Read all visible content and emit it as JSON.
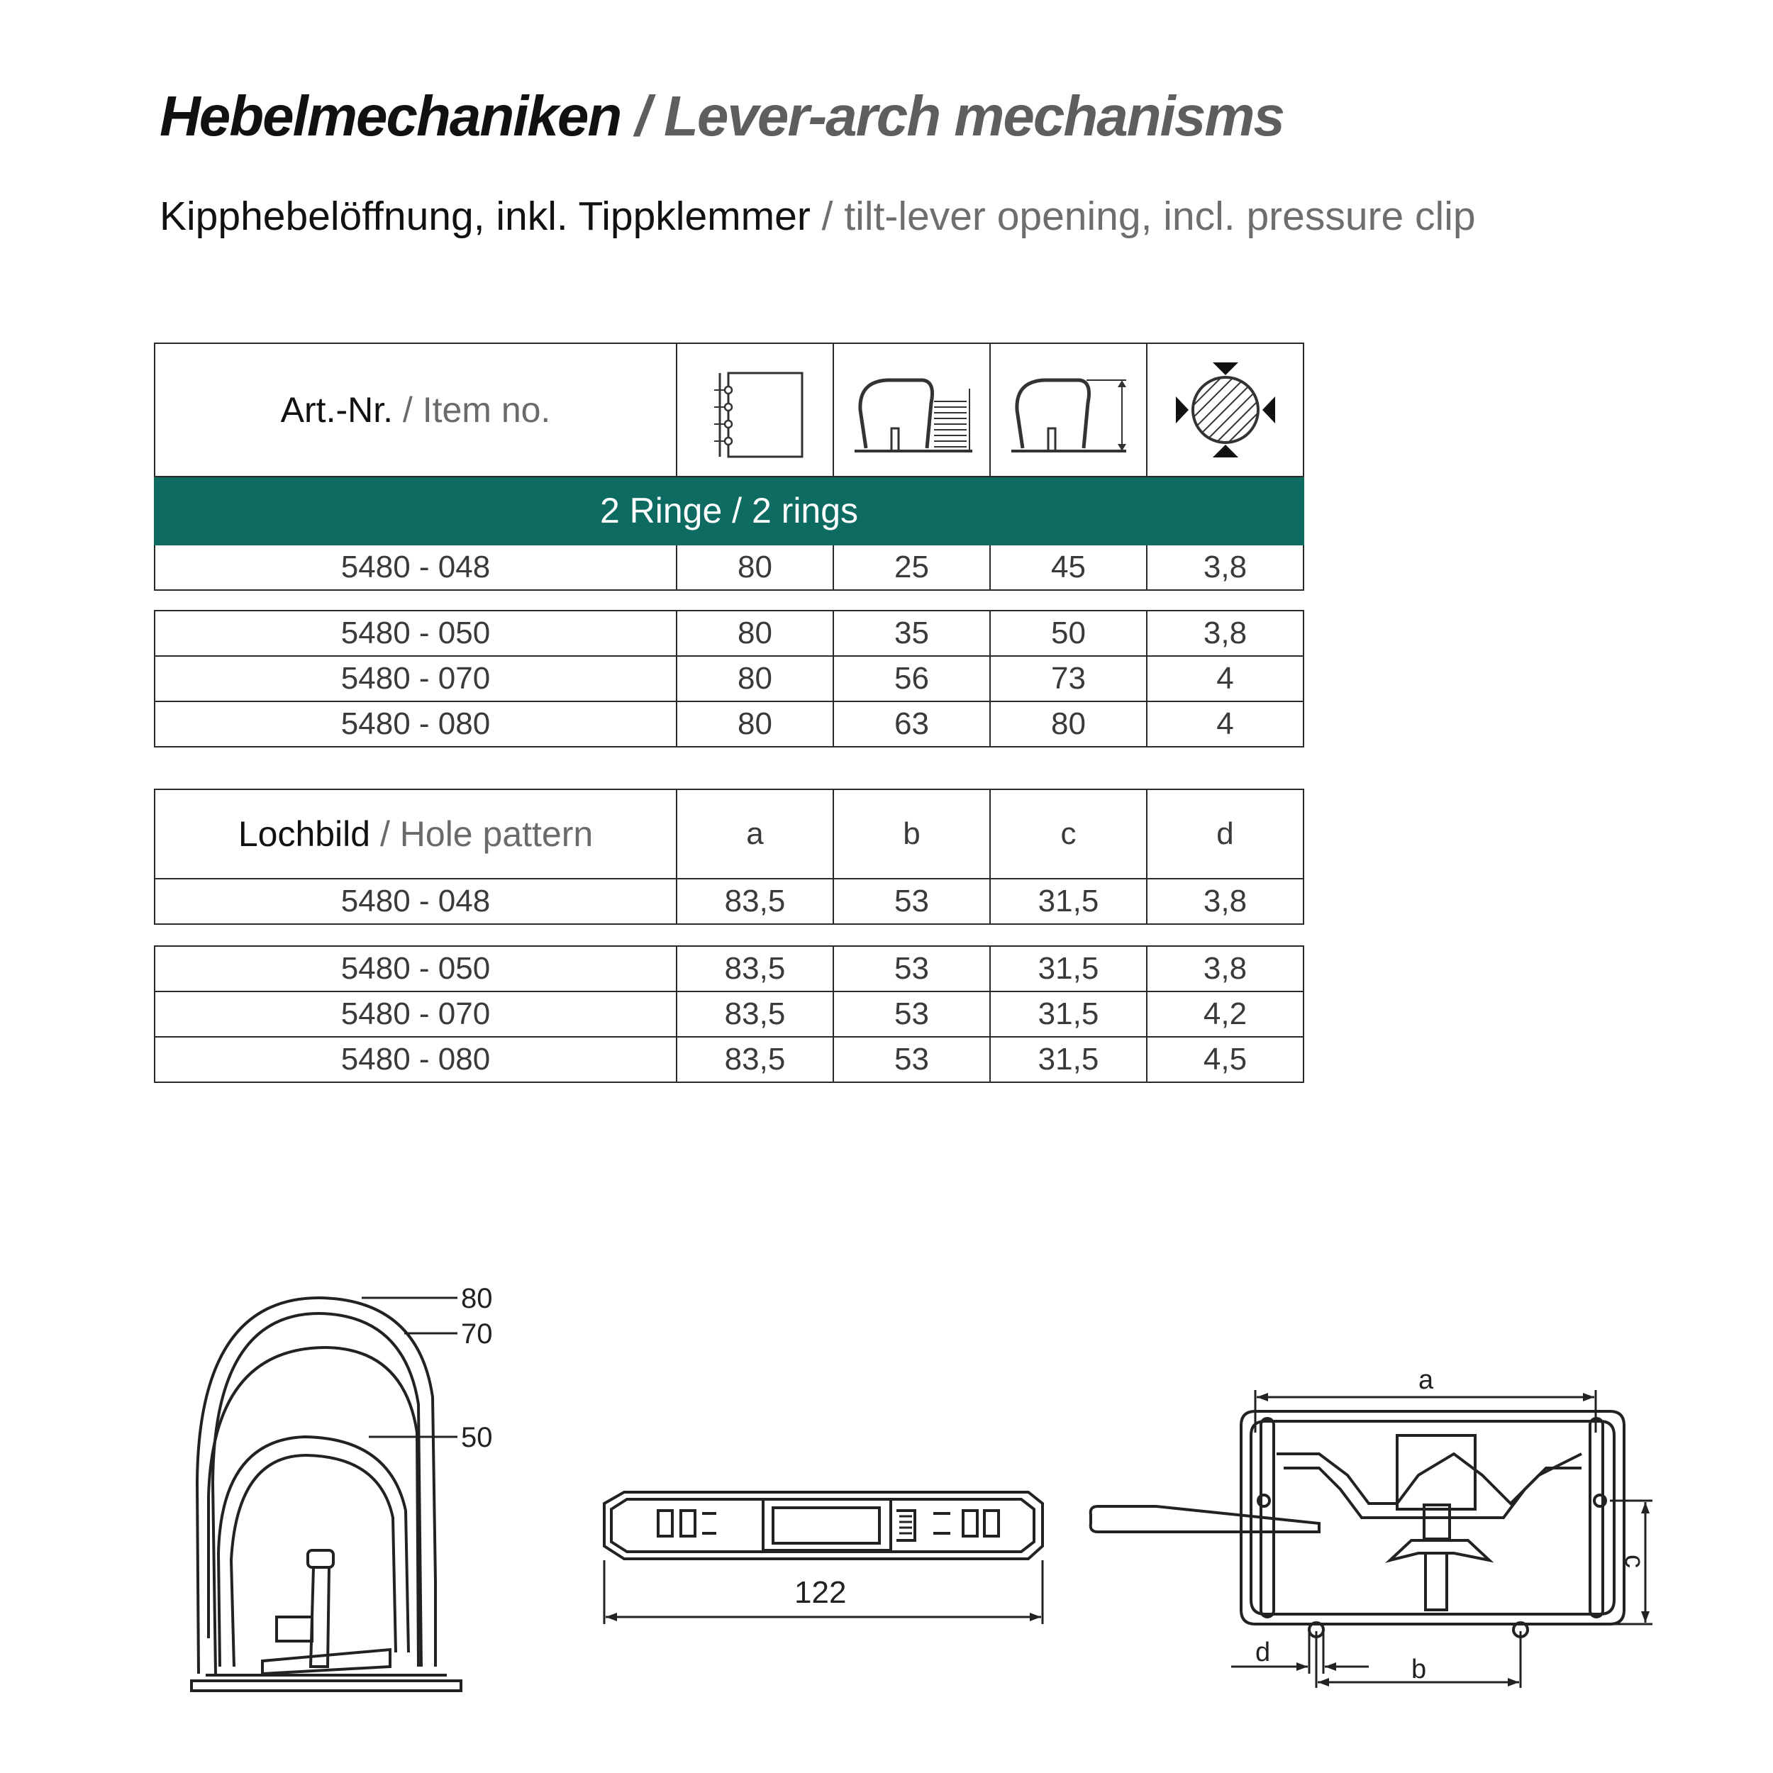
{
  "title": {
    "de": "Hebelmechaniken",
    "sep": " / ",
    "en": "Lever-arch mechanisms"
  },
  "subtitle": {
    "de": "Kipphebelöffnung, inkl. Tippklemmer",
    "sep": " / ",
    "en": "tilt-lever opening, incl. pressure clip"
  },
  "spec_table": {
    "header": {
      "de": "Art.-Nr.",
      "sep": " / ",
      "en": "Item no."
    },
    "icons": [
      "ring-spacing-icon",
      "ring-capacity-icon",
      "ring-height-icon",
      "wire-diameter-icon"
    ],
    "band": "2 Ringe / 2 rings",
    "group1": [
      [
        "5480 - 048",
        "80",
        "25",
        "45",
        "3,8"
      ]
    ],
    "group2": [
      [
        "5480 - 050",
        "80",
        "35",
        "50",
        "3,8"
      ],
      [
        "5480 - 070",
        "80",
        "56",
        "73",
        "4"
      ],
      [
        "5480 - 080",
        "80",
        "63",
        "80",
        "4"
      ]
    ]
  },
  "hole_table": {
    "header": {
      "de": "Lochbild",
      "sep": " / ",
      "en": "Hole pattern"
    },
    "columns": [
      "a",
      "b",
      "c",
      "d"
    ],
    "group1": [
      [
        "5480 - 048",
        "83,5",
        "53",
        "31,5",
        "3,8"
      ]
    ],
    "group2": [
      [
        "5480 - 050",
        "83,5",
        "53",
        "31,5",
        "3,8"
      ],
      [
        "5480 - 070",
        "83,5",
        "53",
        "31,5",
        "4,2"
      ],
      [
        "5480 - 080",
        "83,5",
        "53",
        "31,5",
        "4,5"
      ]
    ]
  },
  "drawings": {
    "side_view": {
      "labels": [
        "80",
        "70",
        "50"
      ]
    },
    "base_plate": {
      "length_label": "122"
    },
    "top_view": {
      "labels": [
        "a",
        "b",
        "c",
        "d"
      ]
    }
  },
  "colors": {
    "band": "#0d6b62",
    "text": "#1a1a1a",
    "secondary": "#6a6a6a"
  }
}
